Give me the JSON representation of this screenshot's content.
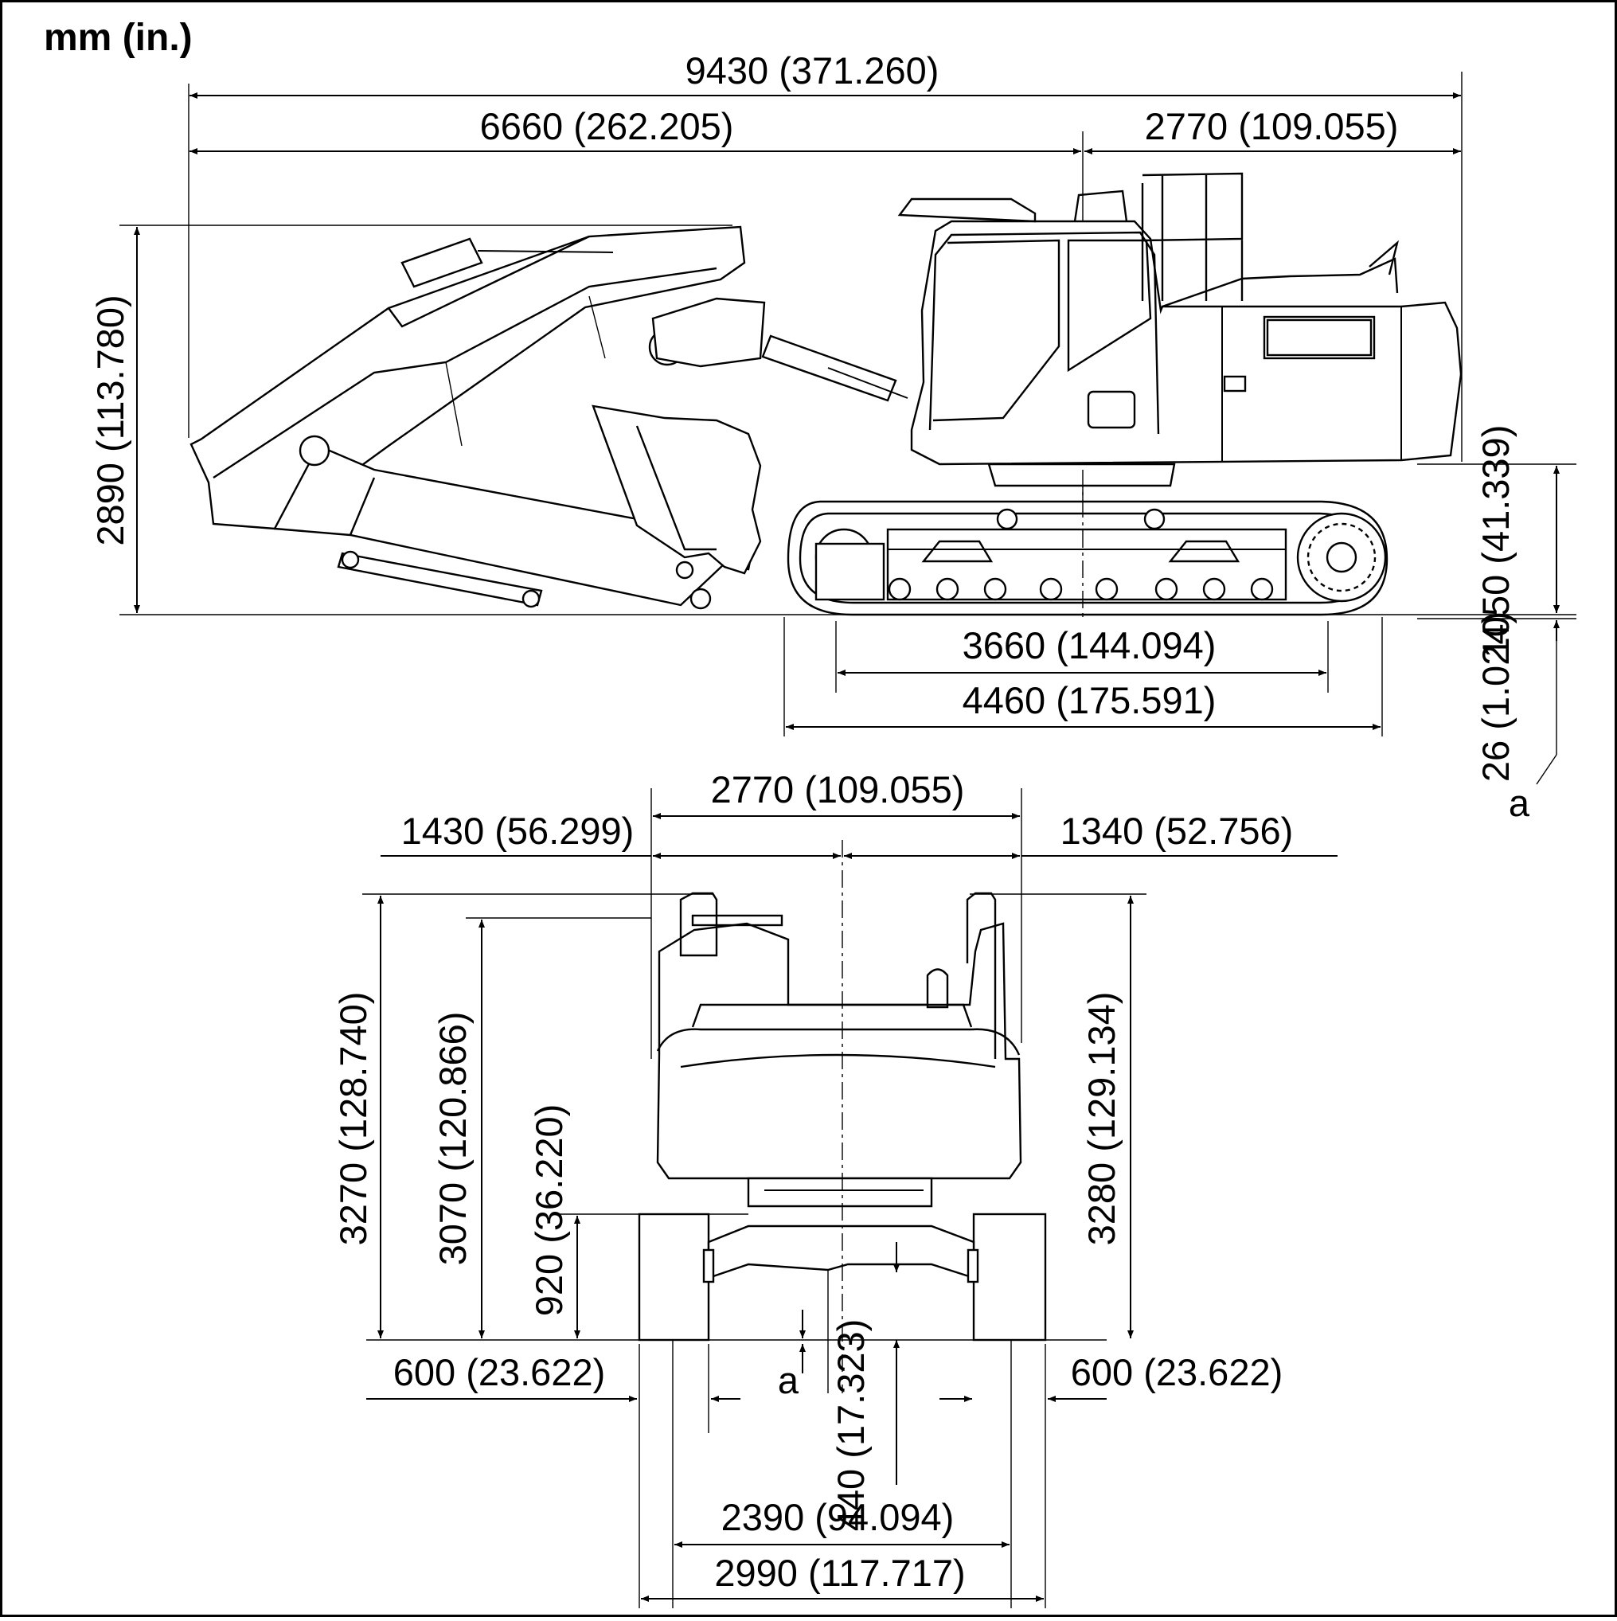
{
  "unit_label": "mm (in.)",
  "side_view": {
    "overall_length": "9430 (371.260)",
    "front_to_center": "6660 (262.205)",
    "tail_swing": "2770 (109.055)",
    "transport_height": "2890 (113.780)",
    "counterweight_clearance": "1050 (41.339)",
    "tumbler_distance": "3660 (144.094)",
    "track_length": "4460 (175.591)",
    "grouser_height": "26 (1.024)",
    "grouser_label": "a"
  },
  "rear_view": {
    "upper_width": "2770 (109.055)",
    "left_width": "1430 (56.299)",
    "right_width": "1340 (52.756)",
    "cab_height": "3270 (128.740)",
    "handrail_height": "3070 (120.866)",
    "counterweight_height": "920 (36.220)",
    "overall_height": "3280 (129.134)",
    "left_shoe_width": "600 (23.622)",
    "right_shoe_width": "600 (23.622)",
    "grouser_label": "a",
    "ground_clearance": "440 (17.323)",
    "track_gauge": "2390 (94.094)",
    "undercarriage_width": "2990 (117.717)"
  }
}
